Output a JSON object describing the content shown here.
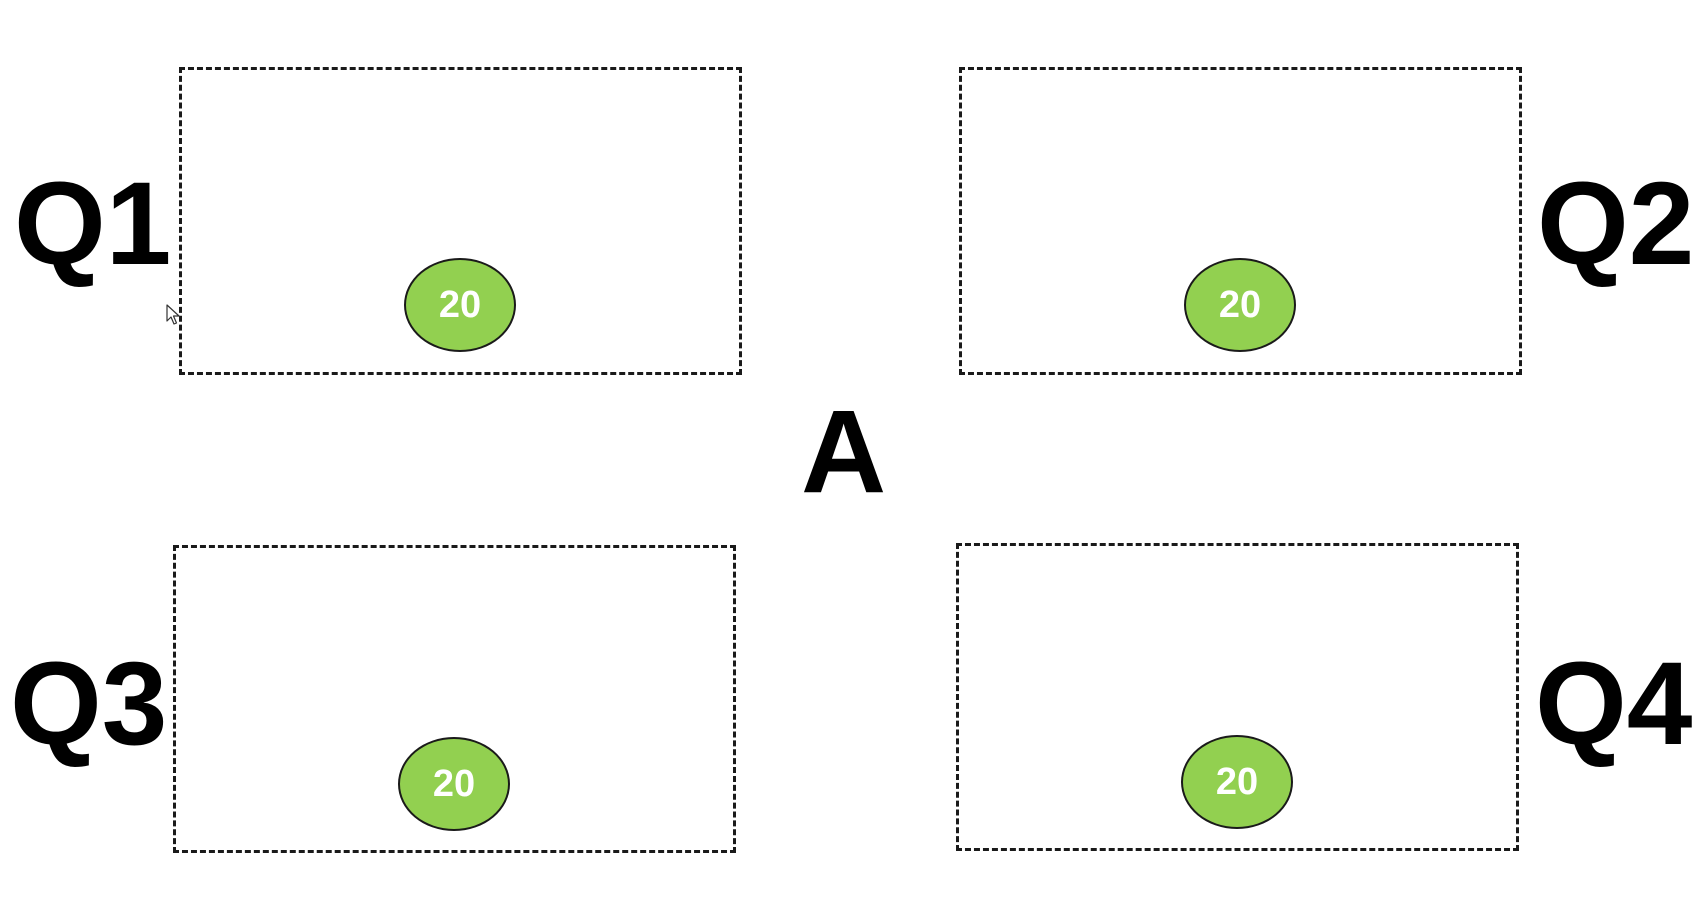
{
  "center_label": "A",
  "badge_color": "#92d050",
  "quadrants": [
    {
      "label": "Q1",
      "count": "20"
    },
    {
      "label": "Q2",
      "count": "20"
    },
    {
      "label": "Q3",
      "count": "20"
    },
    {
      "label": "Q4",
      "count": "20"
    }
  ],
  "icons": {
    "cursor": "mouse-pointer-icon"
  }
}
